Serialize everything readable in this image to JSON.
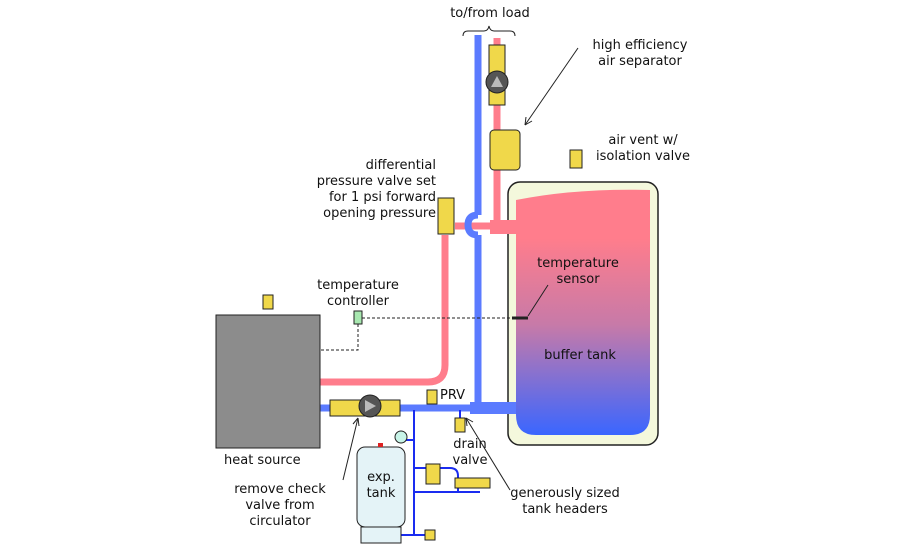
{
  "labels": {
    "to_from_load": "to/from load",
    "air_separator": "high efficiency\nair separator",
    "air_vent": "air vent w/\nisolation valve",
    "diff_valve": "differential\npressure valve set\nfor 1 psi forward\nopening pressure",
    "temp_controller": "temperature\ncontroller",
    "temp_sensor": "temperature\nsensor",
    "buffer_tank": "buffer tank",
    "prv": "PRV",
    "drain_valve": "drain\nvalve",
    "heat_source": "heat source",
    "check_valve": "remove check\nvalve from\ncirculator",
    "exp_tank": "exp.\ntank",
    "headers": "generously sized\ntank headers"
  },
  "colors": {
    "supply_pipe": "#ff7d8c",
    "return_pipe": "#5b7bff",
    "tank_shell": "#f4f8dc",
    "heat_source": "#8c8c8c",
    "valve_brass": "#f0d84a",
    "exp_tank": "#e4f3f7"
  }
}
